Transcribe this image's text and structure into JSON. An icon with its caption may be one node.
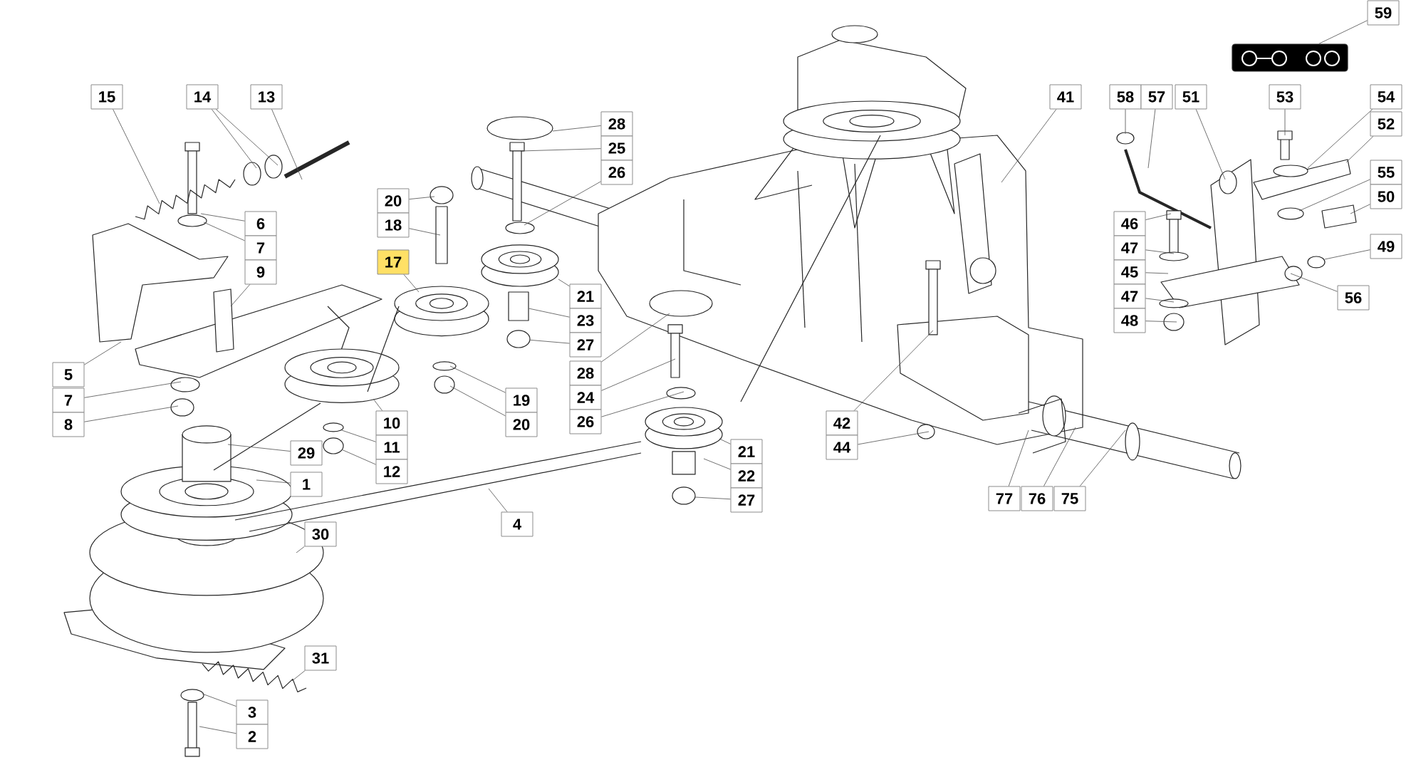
{
  "diagram": {
    "nodes": [
      {
        "text": [
          "59"
        ]
      },
      {
        "text": [
          "15"
        ]
      },
      {
        "text": [
          "14"
        ]
      },
      {
        "text": [
          "13"
        ]
      },
      {
        "text": [
          "6"
        ]
      },
      {
        "text": [
          "7"
        ]
      },
      {
        "text": [
          "9"
        ]
      },
      {
        "text": [
          "5"
        ]
      },
      {
        "text": [
          "7"
        ]
      },
      {
        "text": [
          "8"
        ]
      },
      {
        "text": [
          "20"
        ]
      },
      {
        "text": [
          "18"
        ]
      },
      {
        "text": [
          "17"
        ]
      },
      {
        "text": [
          "28"
        ]
      },
      {
        "text": [
          "25"
        ]
      },
      {
        "text": [
          "26"
        ]
      },
      {
        "text": [
          "21"
        ]
      },
      {
        "text": [
          "23"
        ]
      },
      {
        "text": [
          "27"
        ]
      },
      {
        "text": [
          "10"
        ]
      },
      {
        "text": [
          "11"
        ]
      },
      {
        "text": [
          "12"
        ]
      },
      {
        "text": [
          "19"
        ]
      },
      {
        "text": [
          "20"
        ]
      },
      {
        "text": [
          "28"
        ]
      },
      {
        "text": [
          "24"
        ]
      },
      {
        "text": [
          "26"
        ]
      },
      {
        "text": [
          "29"
        ]
      },
      {
        "text": [
          "1"
        ]
      },
      {
        "text": [
          "30"
        ]
      },
      {
        "text": [
          "4"
        ]
      },
      {
        "text": [
          "31"
        ]
      },
      {
        "text": [
          "3"
        ]
      },
      {
        "text": [
          "2"
        ]
      },
      {
        "text": [
          "21"
        ]
      },
      {
        "text": [
          "22"
        ]
      },
      {
        "text": [
          "27"
        ]
      },
      {
        "text": [
          "41"
        ]
      },
      {
        "text": [
          "42"
        ]
      },
      {
        "text": [
          "44"
        ]
      },
      {
        "text": [
          "77"
        ]
      },
      {
        "text": [
          "76"
        ]
      },
      {
        "text": [
          "75"
        ]
      },
      {
        "text": [
          "58"
        ]
      },
      {
        "text": [
          "57"
        ]
      },
      {
        "text": [
          "51"
        ]
      },
      {
        "text": [
          "53"
        ]
      },
      {
        "text": [
          "54"
        ]
      },
      {
        "text": [
          "52"
        ]
      },
      {
        "text": [
          "55"
        ]
      },
      {
        "text": [
          "50"
        ]
      },
      {
        "text": [
          "46"
        ]
      },
      {
        "text": [
          "47"
        ]
      },
      {
        "text": [
          "45"
        ]
      },
      {
        "text": [
          "47"
        ]
      },
      {
        "text": [
          "48"
        ]
      },
      {
        "text": [
          "49"
        ]
      },
      {
        "text": [
          "56"
        ]
      },
      {
        "text": [],
        "shape": "picture"
      },
      {
        "text": [],
        "shape": "box"
      },
      {
        "text": [],
        "shape": "circle"
      },
      {
        "text": [],
        "shape": "circle"
      },
      {
        "text": [],
        "shape": "circle"
      }
    ],
    "edges": [
      {
        "from": 0,
        "to": 58,
        "arrow": "none"
      },
      {
        "from": 1,
        "to": null,
        "arrow": "none"
      },
      {
        "from": 2,
        "to": null,
        "arrow": "none"
      },
      {
        "from": 2,
        "to": null,
        "arrow": "none"
      },
      {
        "from": 3,
        "to": null,
        "arrow": "none"
      },
      {
        "from": 4,
        "to": null,
        "arrow": "none"
      },
      {
        "from": 5,
        "to": null,
        "arrow": "none"
      },
      {
        "from": 6,
        "to": null,
        "arrow": "none"
      },
      {
        "from": 7,
        "to": null,
        "arrow": "none"
      },
      {
        "from": 8,
        "to": null,
        "arrow": "none"
      },
      {
        "from": 9,
        "to": null,
        "arrow": "none"
      },
      {
        "from": 10,
        "to": null,
        "arrow": "none"
      },
      {
        "from": 11,
        "to": null,
        "arrow": "none"
      },
      {
        "from": 12,
        "to": null,
        "arrow": "none"
      },
      {
        "from": 13,
        "to": null,
        "arrow": "none"
      },
      {
        "from": 14,
        "to": null,
        "arrow": "none"
      },
      {
        "from": 15,
        "to": null,
        "arrow": "none"
      },
      {
        "from": 16,
        "to": null,
        "arrow": "none"
      },
      {
        "from": 17,
        "to": 59,
        "arrow": "none"
      },
      {
        "from": 18,
        "to": 62,
        "arrow": "none"
      },
      {
        "from": 19,
        "to": null,
        "arrow": "none"
      },
      {
        "from": 20,
        "to": 60,
        "arrow": "none"
      },
      {
        "from": 21,
        "to": 61,
        "arrow": "none"
      },
      {
        "from": 22,
        "to": null,
        "arrow": "none"
      },
      {
        "from": 23,
        "to": null,
        "arrow": "none"
      },
      {
        "from": 24,
        "to": null,
        "arrow": "none"
      },
      {
        "from": 25,
        "to": null,
        "arrow": "none"
      },
      {
        "from": 26,
        "to": null,
        "arrow": "none"
      },
      {
        "from": 27,
        "to": null,
        "arrow": "none"
      },
      {
        "from": 28,
        "to": null,
        "arrow": "none"
      },
      {
        "from": 29,
        "to": null,
        "arrow": "none"
      },
      {
        "from": 30,
        "to": null,
        "arrow": "none"
      },
      {
        "from": 31,
        "to": null,
        "arrow": "none"
      },
      {
        "from": 32,
        "to": null,
        "arrow": "none"
      },
      {
        "from": 33,
        "to": null,
        "arrow": "none"
      },
      {
        "from": 34,
        "to": null,
        "arrow": "none"
      },
      {
        "from": 35,
        "to": null,
        "arrow": "none"
      },
      {
        "from": 36,
        "to": null,
        "arrow": "none"
      },
      {
        "from": 37,
        "to": null,
        "arrow": "none"
      },
      {
        "from": 38,
        "to": null,
        "arrow": "none"
      },
      {
        "from": 39,
        "to": null,
        "arrow": "none"
      },
      {
        "from": 40,
        "to": null,
        "arrow": "none"
      },
      {
        "from": 41,
        "to": null,
        "arrow": "none"
      },
      {
        "from": 42,
        "to": null,
        "arrow": "none"
      },
      {
        "from": 43,
        "to": null,
        "arrow": "none"
      },
      {
        "from": 44,
        "to": null,
        "arrow": "none"
      },
      {
        "from": 45,
        "to": null,
        "arrow": "none"
      },
      {
        "from": 46,
        "to": null,
        "arrow": "none"
      },
      {
        "from": 47,
        "to": null,
        "arrow": "none"
      },
      {
        "from": 48,
        "to": null,
        "arrow": "none"
      },
      {
        "from": 49,
        "to": null,
        "arrow": "none"
      },
      {
        "from": 50,
        "to": null,
        "arrow": "none"
      },
      {
        "from": 51,
        "to": null,
        "arrow": "none"
      },
      {
        "from": 52,
        "to": null,
        "arrow": "none"
      },
      {
        "from": 53,
        "to": null,
        "arrow": "none"
      },
      {
        "from": 54,
        "to": null,
        "arrow": "none"
      },
      {
        "from": 55,
        "to": null,
        "arrow": "none"
      },
      {
        "from": 56,
        "to": null,
        "arrow": "none"
      },
      {
        "from": 57,
        "to": null,
        "arrow": "none"
      }
    ]
  }
}
